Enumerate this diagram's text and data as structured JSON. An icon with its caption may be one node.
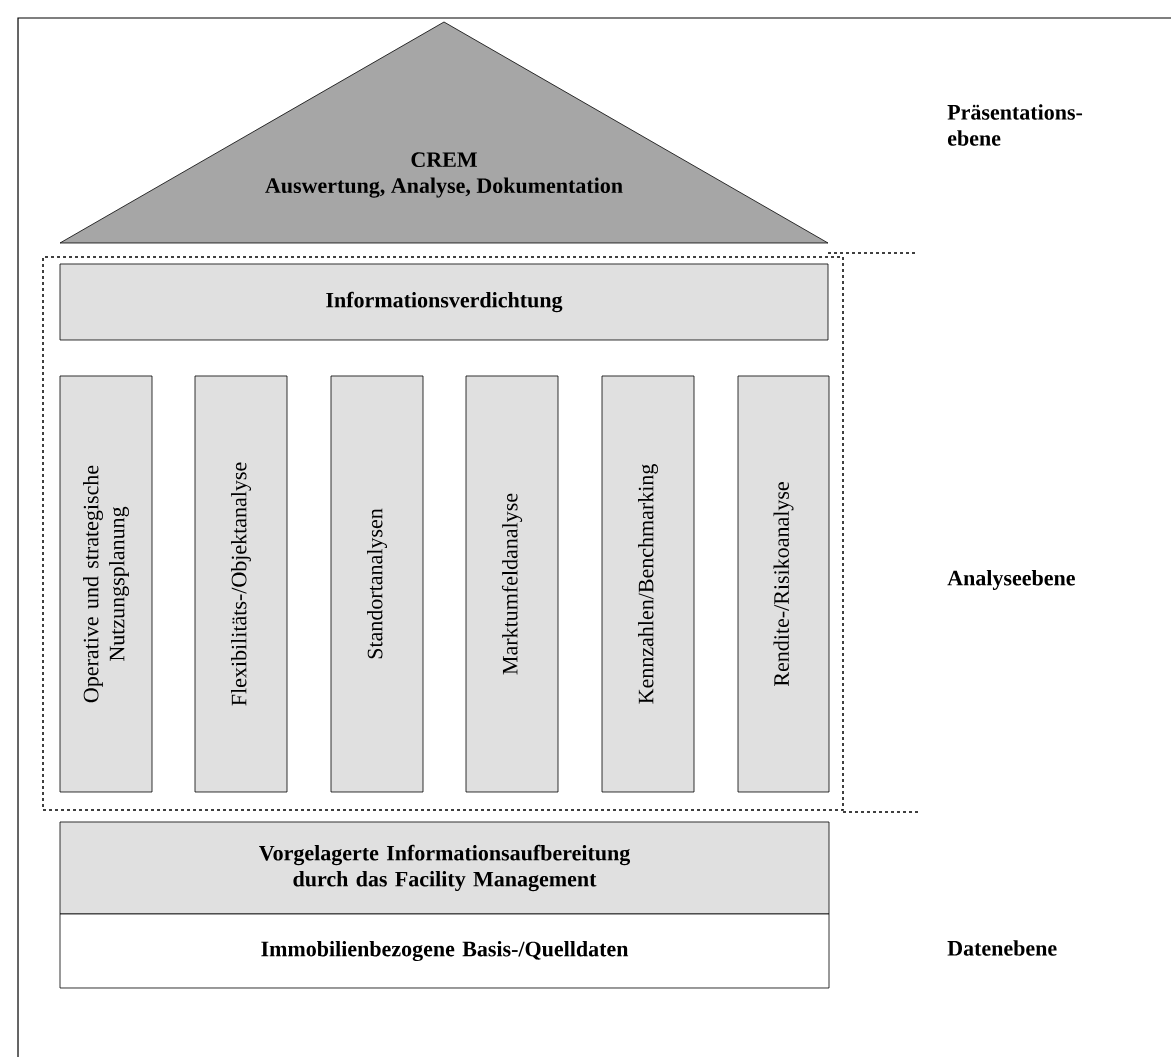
{
  "diagram": {
    "nodes": [
      {
        "text": [
          "CREM",
          "Auswertung, Analyse, Dokumentation"
        ]
      },
      {
        "text": [],
        "shape": "box"
      },
      {
        "text": [
          "Informationsverdichtung"
        ],
        "in": 1
      },
      {
        "text": [
          "Operative und strategische Nutzungsplanung"
        ],
        "in": 1
      },
      {
        "text": [
          "Flexibilitäts-/Objektanalyse"
        ],
        "in": 1
      },
      {
        "text": [
          "Standortanalysen"
        ],
        "in": 1
      },
      {
        "text": [
          "Marktumfeldanalyse"
        ],
        "in": 1
      },
      {
        "text": [
          "Kennzahlen/Benchmarking"
        ],
        "in": 1
      },
      {
        "text": [
          "Rendite-/Risikoanalyse"
        ],
        "in": 1
      },
      {
        "text": [
          "Vorgelagerte Informationsaufbereitung durch das Facility Management"
        ]
      },
      {
        "text": [
          "Immobilienbezogene Basis-/Quelldaten"
        ]
      }
    ],
    "edges": [],
    "labels": [
      "Präsentations- ebene",
      "Analyseebene",
      "Datenebene"
    ]
  }
}
